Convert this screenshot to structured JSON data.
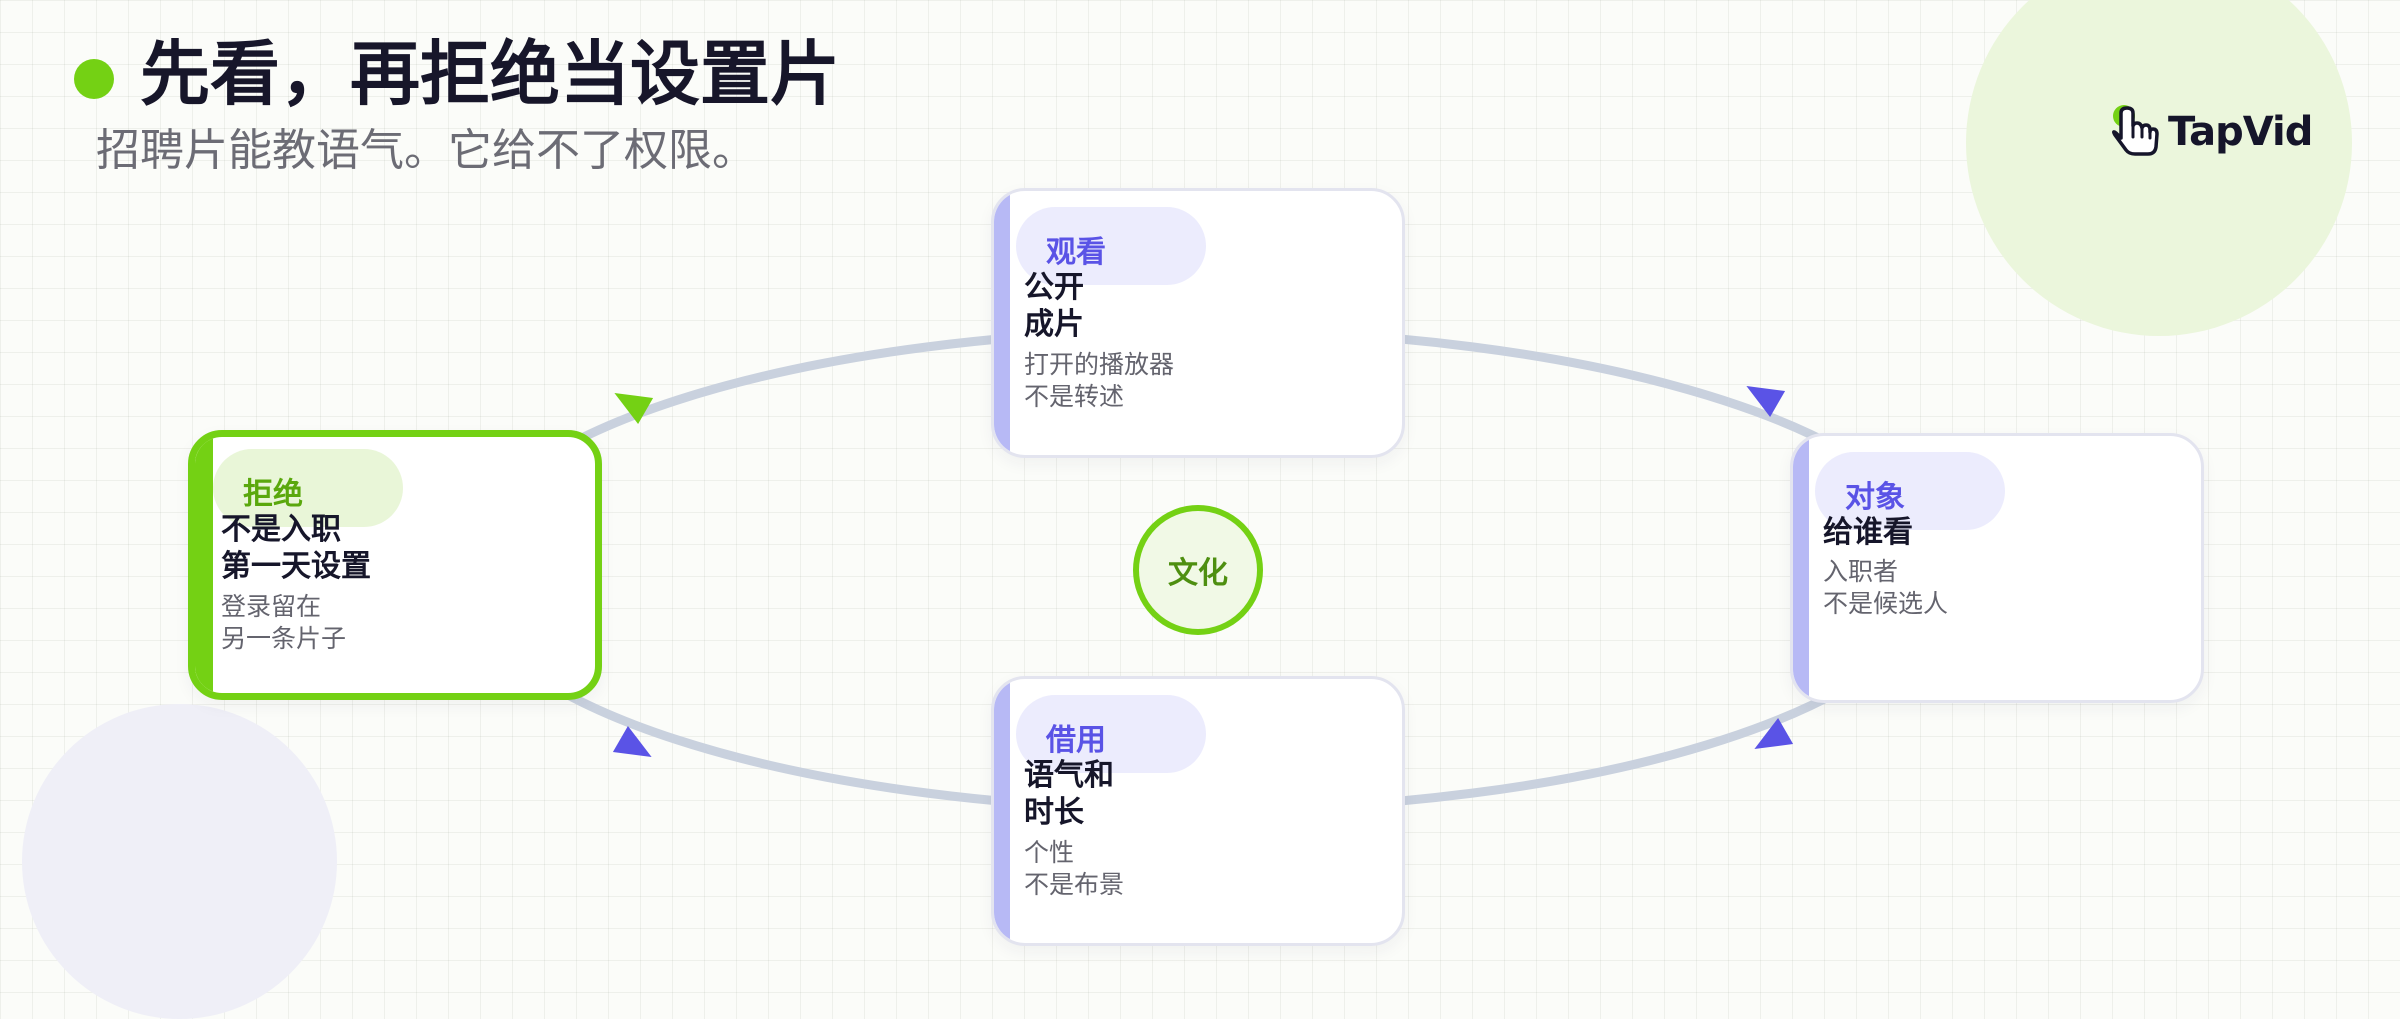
{
  "title": "先看，再拒绝当设置片",
  "subtitle": "招聘片能教语气。它给不了权限。",
  "logo": {
    "text": "TapVid",
    "icon": "hand-pointer-icon"
  },
  "colors": {
    "accent": "#74d114",
    "node_accent": "#5a53e6",
    "ring": "#c9d1de"
  },
  "hub": {
    "label": "文化"
  },
  "nodes": {
    "top": {
      "tag": "观看",
      "lines": [
        "公开",
        "成片"
      ],
      "notes": [
        "打开的播放器",
        "不是转述"
      ]
    },
    "right": {
      "tag": "对象",
      "lines": [
        "给谁看"
      ],
      "notes": [
        "入职者",
        "不是候选人"
      ]
    },
    "bottom": {
      "tag": "借用",
      "lines": [
        "语气和",
        "时长"
      ],
      "notes": [
        "个性",
        "不是布景"
      ]
    },
    "left": {
      "tag": "拒绝",
      "lines": [
        "不是入职",
        "第一天设置"
      ],
      "notes": [
        "登录留在",
        "另一条片子"
      ]
    }
  }
}
